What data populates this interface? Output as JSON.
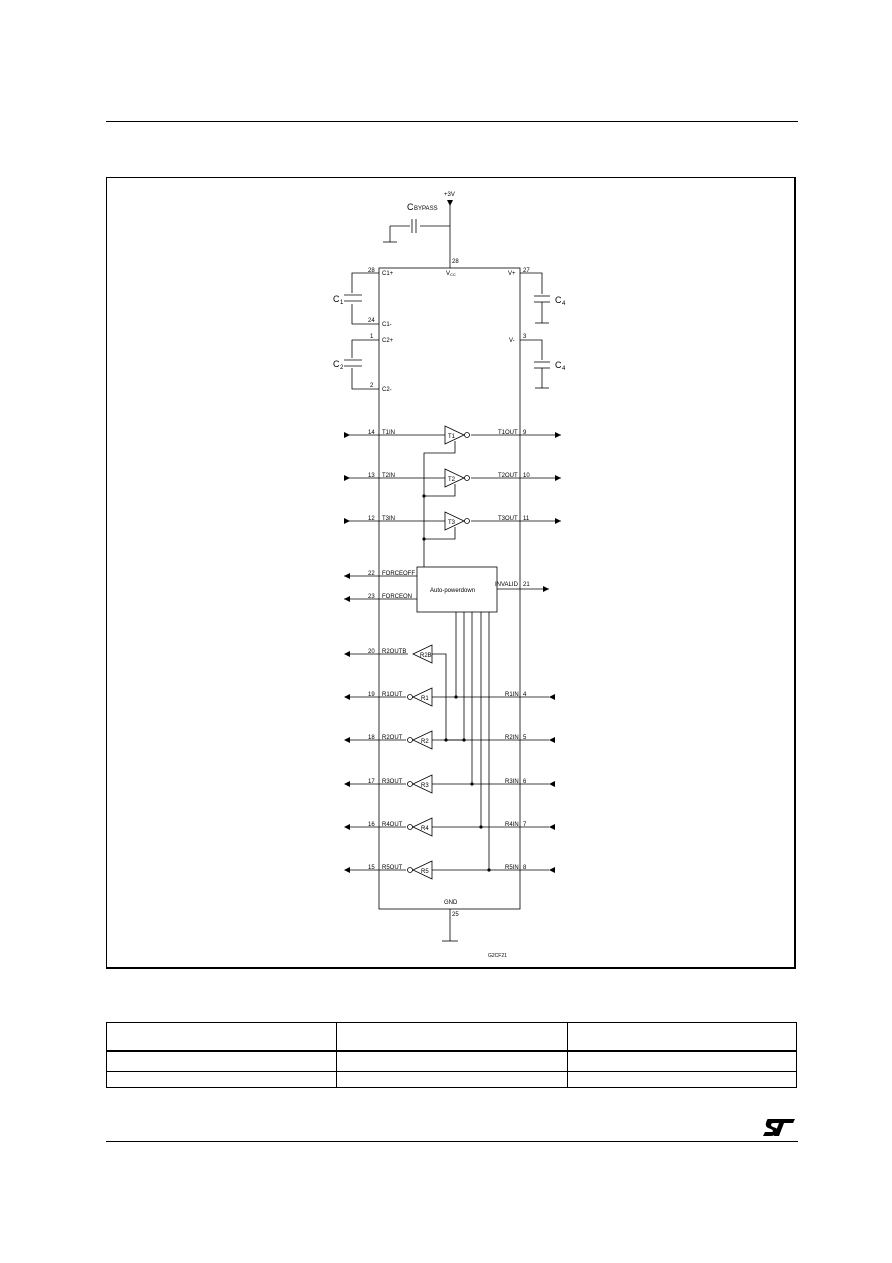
{
  "supply": {
    "label": "+3V",
    "pin": "28"
  },
  "bypass": {
    "label_main": "C",
    "label_sub": "BYPASS"
  },
  "chip": {
    "vcc_label": "V",
    "vcc_sub": "CC",
    "gnd_label": "GND",
    "gnd_pin": "25",
    "block_label": "Auto-powerdown"
  },
  "caps": {
    "c1": {
      "main": "C",
      "sub": "1"
    },
    "c2": {
      "main": "C",
      "sub": "2"
    },
    "c3": {
      "main": "C",
      "sub": "4"
    },
    "c4": {
      "main": "C",
      "sub": "4"
    }
  },
  "left_pins": [
    {
      "num": "28",
      "name": "C1+"
    },
    {
      "num": "24",
      "name": "C1-"
    },
    {
      "num": "1",
      "name": "C2+"
    },
    {
      "num": "2",
      "name": "C2-"
    },
    {
      "num": "14",
      "name": "T1IN"
    },
    {
      "num": "13",
      "name": "T2IN"
    },
    {
      "num": "12",
      "name": "T3IN"
    },
    {
      "num": "22",
      "name": "FORCEOFF"
    },
    {
      "num": "23",
      "name": "FORCEON"
    },
    {
      "num": "20",
      "name": "R2OUTB"
    },
    {
      "num": "19",
      "name": "R1OUT"
    },
    {
      "num": "18",
      "name": "R2OUT"
    },
    {
      "num": "17",
      "name": "R3OUT"
    },
    {
      "num": "16",
      "name": "R4OUT"
    },
    {
      "num": "15",
      "name": "R5OUT"
    }
  ],
  "right_pins": [
    {
      "num": "27",
      "name": "V+"
    },
    {
      "num": "3",
      "name": "V-"
    },
    {
      "num": "9",
      "name": "T1OUT"
    },
    {
      "num": "10",
      "name": "T2OUT"
    },
    {
      "num": "11",
      "name": "T3OUT"
    },
    {
      "num": "21",
      "name": "INVALID"
    },
    {
      "num": "4",
      "name": "R1IN"
    },
    {
      "num": "5",
      "name": "R2IN"
    },
    {
      "num": "6",
      "name": "R3IN"
    },
    {
      "num": "7",
      "name": "R4IN"
    },
    {
      "num": "8",
      "name": "R5IN"
    }
  ],
  "drivers": [
    "T1",
    "T2",
    "T3"
  ],
  "receivers": [
    "R2B",
    "R1",
    "R2",
    "R3",
    "R4",
    "R5"
  ],
  "figure_code": "G2CF21"
}
